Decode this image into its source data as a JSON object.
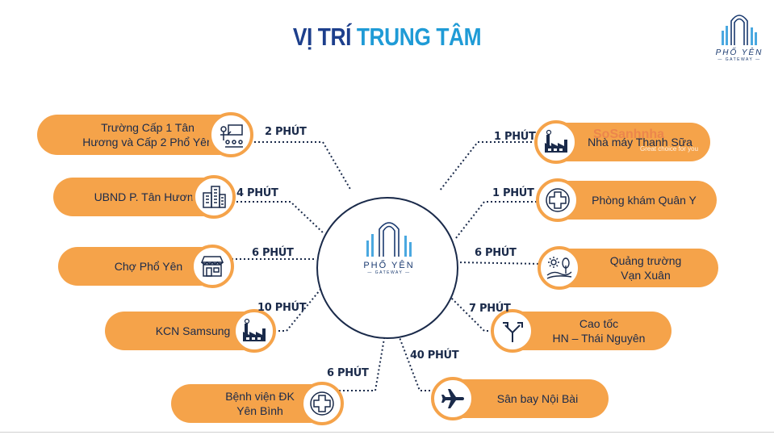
{
  "title": {
    "part1": "VỊ TRÍ",
    "part2": "TRUNG TÂM"
  },
  "hub": {
    "name": "PHỐ YÊN",
    "sub": "— GATEWAY —"
  },
  "logo": {
    "name": "PHỐ YÊN",
    "sub": "— GATEWAY —"
  },
  "watermark": {
    "name": "SoSanhnha",
    "tagline": "Great choice for you"
  },
  "colors": {
    "accent": "#f5a34a",
    "title_dark": "#1d3f8c",
    "title_light": "#1f9bd6",
    "text": "#1a2a4a"
  },
  "destinations": [
    {
      "label": "Trường Cấp 1 Tân\nHương và Cấp 2 Phổ Yên",
      "time": "2 PHÚT",
      "icon": "teacher-icon"
    },
    {
      "label": "UBND P. Tân Hương",
      "time": "4 PHÚT",
      "icon": "building-icon"
    },
    {
      "label": "Chợ Phổ Yên",
      "time": "6 PHÚT",
      "icon": "market-icon"
    },
    {
      "label": "KCN Samsung",
      "time": "10 PHÚT",
      "icon": "factory-icon"
    },
    {
      "label": "Bệnh viện ĐK\nYên Bình",
      "time": "6 PHÚT",
      "icon": "hospital-icon"
    },
    {
      "label": "Nhà máy Thanh Sữa",
      "time": "1 PHÚT",
      "icon": "factory-icon"
    },
    {
      "label": "Phòng khám Quân Y",
      "time": "1 PHÚT",
      "icon": "medical-cross-icon"
    },
    {
      "label": "Quảng trường\nVạn Xuân",
      "time": "6 PHÚT",
      "icon": "park-icon"
    },
    {
      "label": "Cao tốc\nHN – Thái Nguyên",
      "time": "7 PHÚT",
      "icon": "highway-fork-icon"
    },
    {
      "label": "Sân bay Nội Bài",
      "time": "40 PHÚT",
      "icon": "airplane-icon"
    }
  ]
}
